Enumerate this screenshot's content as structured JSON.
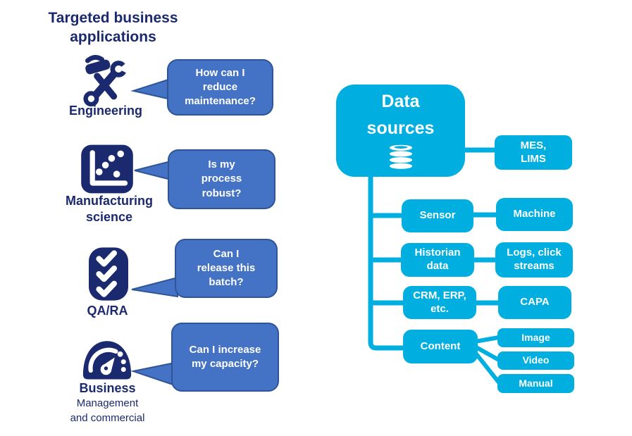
{
  "colors": {
    "navy": "#1b2a6e",
    "cyan": "#00aee0",
    "bubble_fill": "#4472c4",
    "bubble_border": "#2f5597"
  },
  "header": {
    "title": "Targeted business\napplications"
  },
  "applications": [
    {
      "id": "engineering",
      "icon": "hammer-wrench-icon",
      "label": "Engineering",
      "question": "How can I\nreduce\nmaintenance?"
    },
    {
      "id": "manufacturing-science",
      "icon": "scatter-plot-icon",
      "label": "Manufacturing\nscience",
      "question": "Is my\nprocess\nrobust?"
    },
    {
      "id": "qa-ra",
      "icon": "checklist-icon",
      "label": "QA/RA",
      "question": "Can I\nrelease this\nbatch?"
    },
    {
      "id": "business",
      "icon": "gauge-icon",
      "label": "Business",
      "sublabel": "Management\nand commercial",
      "question": "Can I increase\nmy capacity?"
    }
  ],
  "data_tree": {
    "root_label": "Data\nsources",
    "root_icon": "database-icon",
    "mes_lims": "MES,\nLIMS",
    "rows": [
      {
        "left": "Sensor",
        "right": "Machine"
      },
      {
        "left": "Historian\ndata",
        "right": "Logs, click\nstreams"
      },
      {
        "left": "CRM, ERP,\netc.",
        "right": "CAPA"
      }
    ],
    "content": {
      "label": "Content",
      "children": [
        "Image",
        "Video",
        "Manual"
      ]
    }
  }
}
